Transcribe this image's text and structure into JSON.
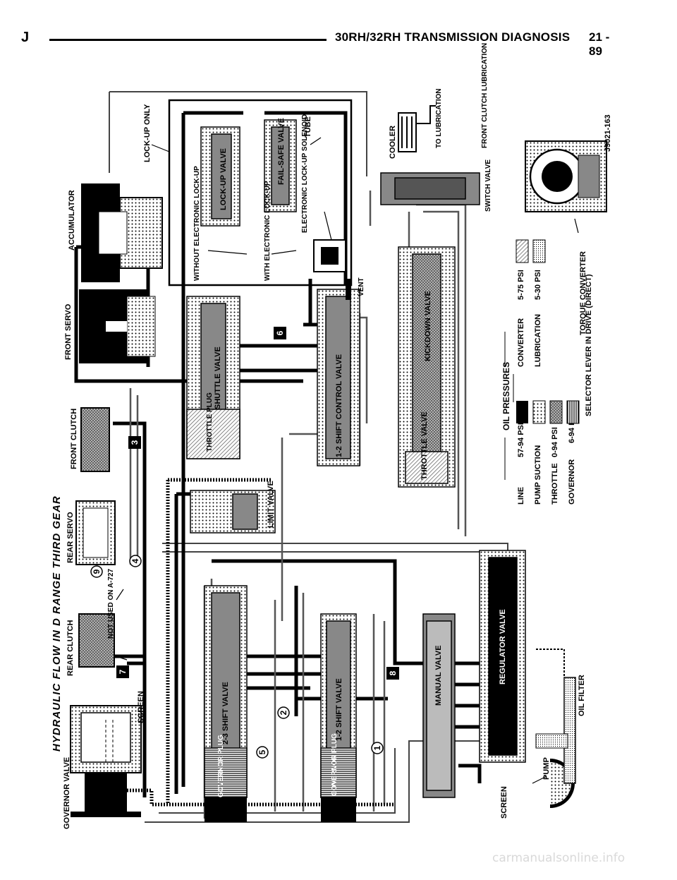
{
  "header": {
    "section_letter": "J",
    "title": "30RH/32RH TRANSMISSION DIAGNOSIS",
    "page": "21 - 89"
  },
  "diagram": {
    "title": "HYDRAULIC FLOW IN D RANGE THIRD GEAR",
    "figure_id": "J9021-163",
    "components": {
      "governor_valve": "GOVERNOR VALVE",
      "rear_clutch": "REAR CLUTCH",
      "rear_servo": "REAR SERVO",
      "front_clutch": "FRONT CLUTCH",
      "front_servo": "FRONT SERVO",
      "accumulator": "ACCUMULATOR",
      "lockup_only": "LOCK-UP ONLY",
      "tube": "TUBE",
      "electronic_lockup_solenoid": "ELECTRONIC LOCK-UP SOLENOID",
      "cooler": "COOLER",
      "to_lubrication": "TO LUBRICATION",
      "front_clutch_lubrication": "FRONT CLUTCH LUBRICATION",
      "switch_valve": "SWITCH VALVE",
      "torque_converter": "TORQUE CONVERTER",
      "screen_top": "SCREEN",
      "screen_bottom": "SCREEN",
      "not_used": "NOT USED ON A-727",
      "oil_filter": "OIL FILTER",
      "pump": "PUMP",
      "vent": "VENT",
      "without_lockup": "WITHOUT ELECTRONIC LOCK-UP",
      "with_lockup": "WITH ELECTRONIC LOCK-UP"
    },
    "valves": {
      "lockup_valve": "LOCK-UP VALVE",
      "fail_safe_valve": "FAIL-SAFE VALVE",
      "shuttle_valve": "SHUTTLE VALVE",
      "throttle_plug": "THROTTLE PLUG",
      "shift_control_valve": "1-2 SHIFT CONTROL VALVE",
      "kickdown_valve": "KICKDOWN VALVE",
      "throttle_valve": "THROTTLE VALVE",
      "limit_valve": "LIMIT VALVE",
      "shift_23_valve": "2-3 SHIFT VALVE",
      "shift_12_valve": "1-2 SHIFT VALVE",
      "governor_plug_a": "GOVERNOR PLUG",
      "governor_plug_b": "GOVERNOR PLUG",
      "manual_valve": "MANUAL VALVE",
      "regulator_valve": "REGULATOR VALVE"
    },
    "circuit_numbers": [
      "1",
      "2",
      "3",
      "4",
      "5",
      "6",
      "7",
      "8",
      "9"
    ],
    "oil_pressures": {
      "heading": "OIL PRESSURES",
      "left": [
        {
          "name": "LINE",
          "psi": "57-94 PSI",
          "pattern": "solid"
        },
        {
          "name": "PUMP SUCTION",
          "psi": "",
          "pattern": "dots"
        },
        {
          "name": "THROTTLE",
          "psi": "0-94 PSI",
          "pattern": "crosshatch"
        },
        {
          "name": "GOVERNOR",
          "psi": "6-94 PSI",
          "pattern": "lines"
        }
      ],
      "right": [
        {
          "name": "CONVERTER",
          "psi": "5-75 PSI",
          "pattern": "hatch"
        },
        {
          "name": "LUBRICATION",
          "psi": "5-30 PSI",
          "pattern": "fine-dots"
        }
      ],
      "selector_note": "SELECTOR LEVER IN DRIVE (DIRECT)"
    }
  }
}
